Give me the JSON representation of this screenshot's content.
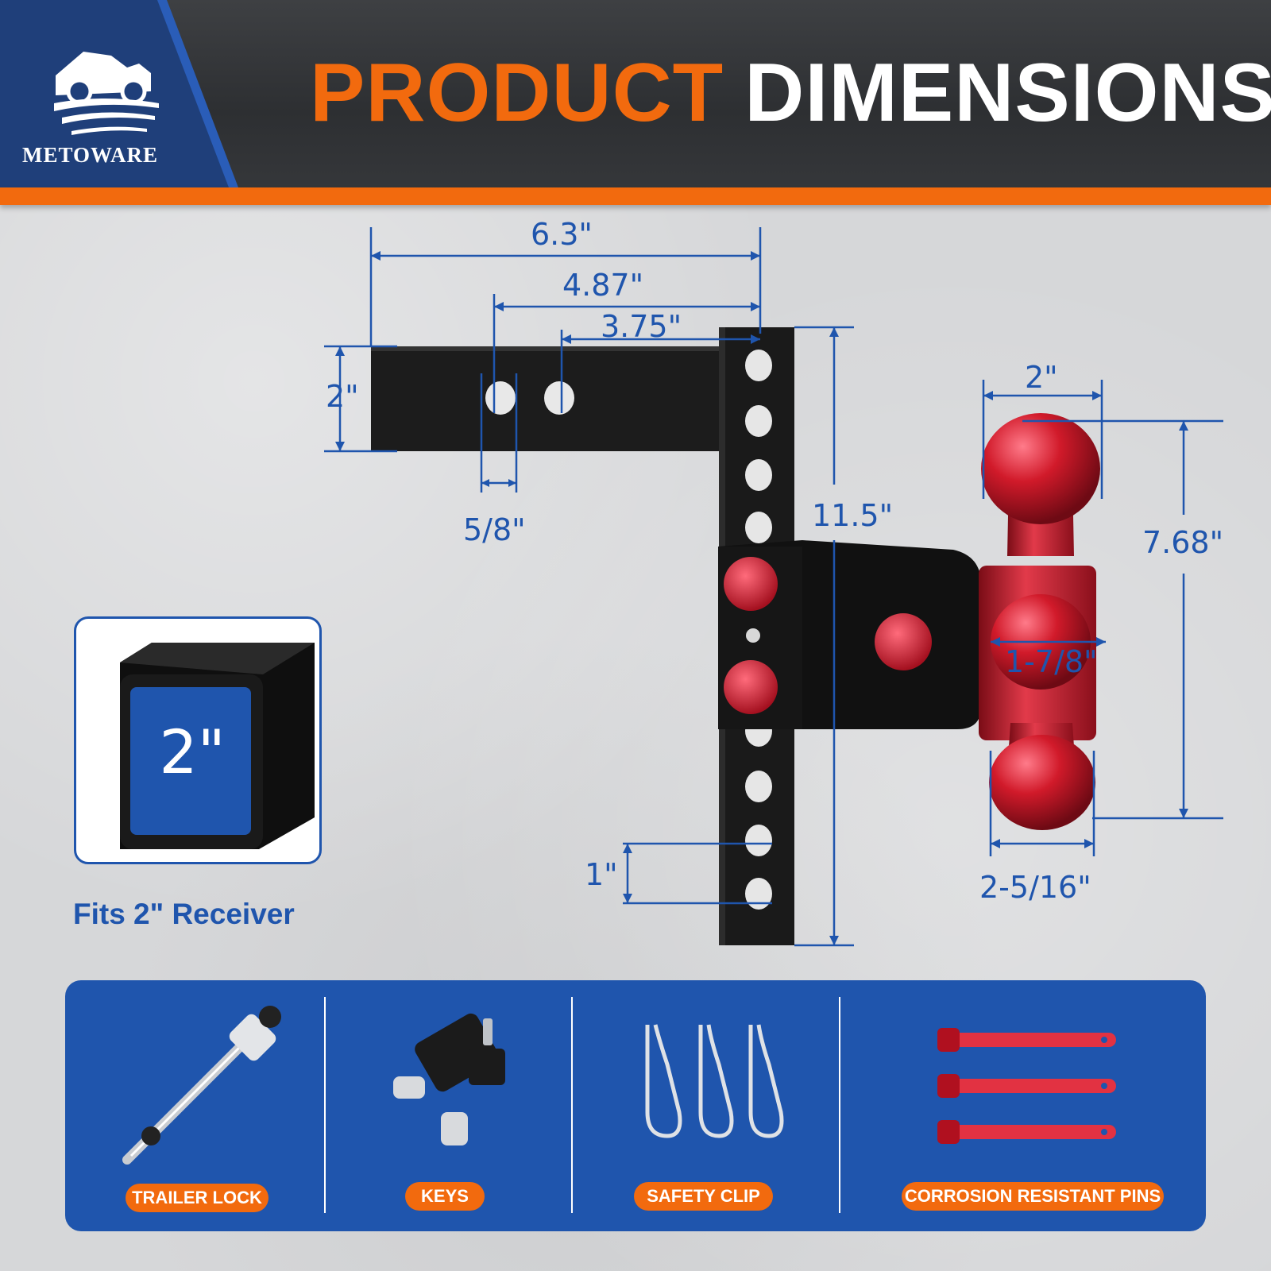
{
  "brand": {
    "name": "METOWARE"
  },
  "header": {
    "title_part1": "PRODUCT",
    "title_part2": "DIMENSIONS"
  },
  "dimensions": {
    "shank_length": "6.3\"",
    "hole_to_bar_far": "4.87\"",
    "hole_to_bar_near": "3.75\"",
    "shank_square": "2\"",
    "hole_diameter": "5/8\"",
    "drop_bar_height": "11.5\"",
    "hole_spacing": "1\"",
    "ball_top_size": "2\"",
    "ball_mid_size": "1-7/8\"",
    "ball_bottom_size": "2-5/16\"",
    "ball_mount_height": "7.68\""
  },
  "inset": {
    "size_label": "2\"",
    "caption": "Fits 2\"  Receiver"
  },
  "accessories": [
    {
      "label": "TRAILER LOCK",
      "icon": "trailer-lock-icon"
    },
    {
      "label": "KEYS",
      "icon": "keys-icon"
    },
    {
      "label": "SAFETY CLIP",
      "icon": "safety-clip-icon"
    },
    {
      "label": "CORROSION RESISTANT PINS",
      "icon": "pins-icon"
    }
  ],
  "colors": {
    "accent": "#f26a0e",
    "blue": "#1f55ad",
    "red": "#d11a2a",
    "black": "#1a1a1a"
  }
}
